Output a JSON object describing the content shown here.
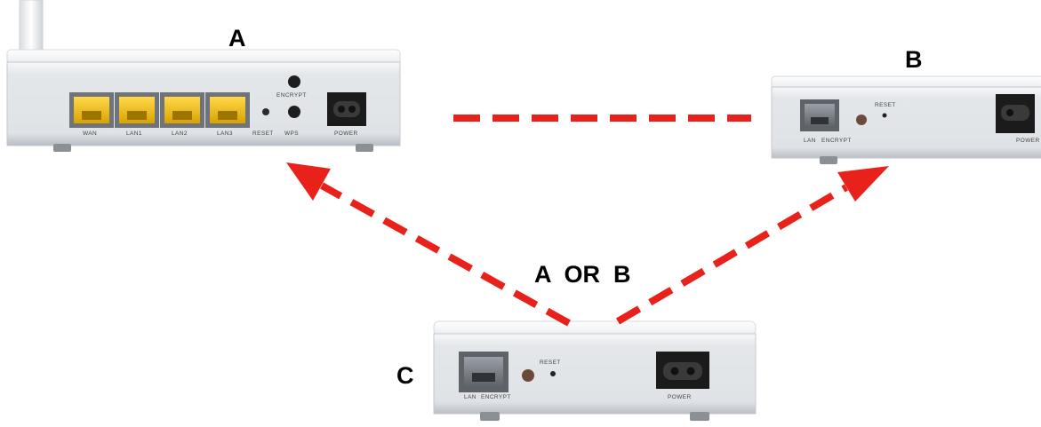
{
  "labels": {
    "a": "A",
    "b": "B",
    "c": "C",
    "a_or_b": "A  OR  B"
  },
  "router_a": {
    "ports": [
      "WAN",
      "LAN1",
      "LAN2",
      "LAN3"
    ],
    "reset": "RESET",
    "encrypt": "ENCRYPT",
    "wps": "WPS",
    "power": "POWER"
  },
  "device_b": {
    "lan": "LAN",
    "encrypt": "ENCRYPT",
    "reset": "RESET",
    "power": "POWER"
  },
  "device_c": {
    "lan": "LAN",
    "encrypt": "ENCRYPT",
    "reset": "RESET",
    "power": "POWER"
  },
  "colors": {
    "dash": "#e8221b",
    "body_light": "#eceff2",
    "body_dark": "#c9ced4",
    "port_yellow": "#f2c100"
  }
}
